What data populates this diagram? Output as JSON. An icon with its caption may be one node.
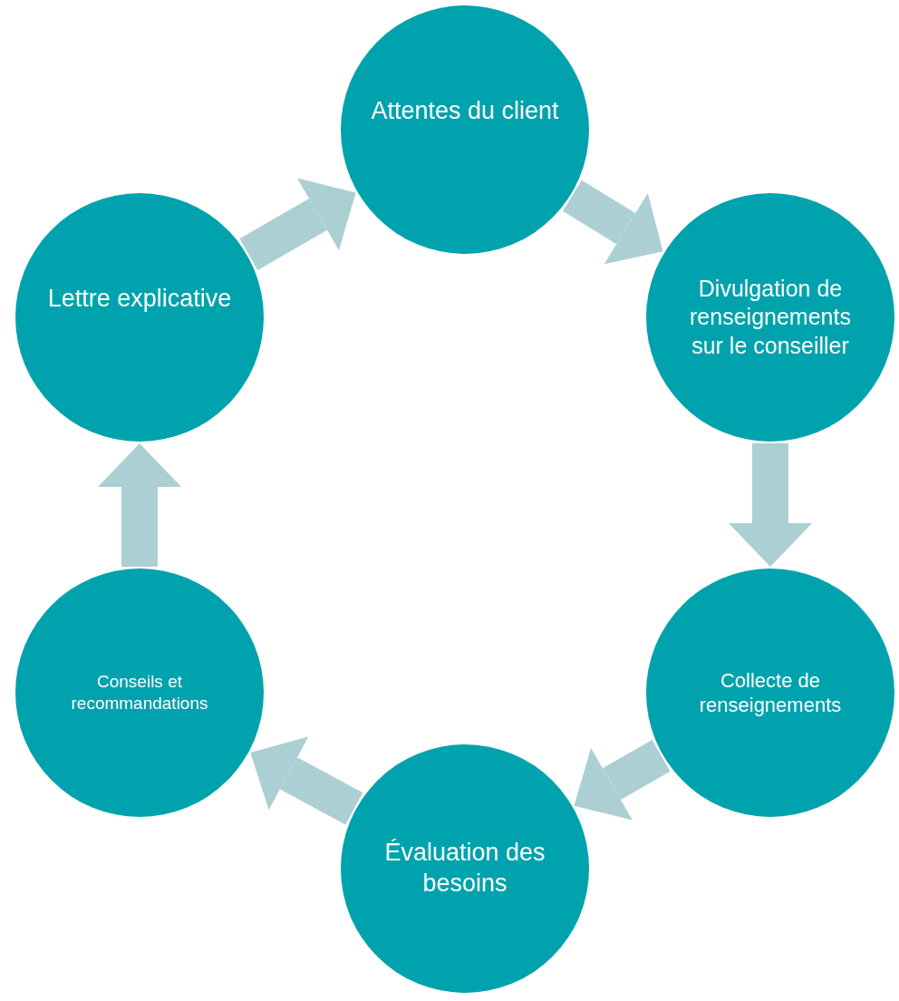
{
  "diagram": {
    "nodes": [
      {
        "text": [
          "Attentes du client"
        ]
      },
      {
        "text": [
          "Divulgation de renseignements sur le conseiller"
        ]
      },
      {
        "text": [
          "Collecte de renseignements"
        ]
      },
      {
        "text": [
          "Évaluation des besoins"
        ]
      },
      {
        "text": [
          "Conseils et recommandations"
        ]
      },
      {
        "text": [
          "Lettre explicative"
        ]
      }
    ],
    "edges": [
      {
        "from": 0,
        "to": 1,
        "arrow": "to"
      },
      {
        "from": 1,
        "to": 2,
        "arrow": "to"
      },
      {
        "from": 2,
        "to": 3,
        "arrow": "to"
      },
      {
        "from": 3,
        "to": 4,
        "arrow": "to"
      },
      {
        "from": 4,
        "to": 5,
        "arrow": "to"
      },
      {
        "from": 5,
        "to": 0,
        "arrow": "to"
      }
    ]
  }
}
